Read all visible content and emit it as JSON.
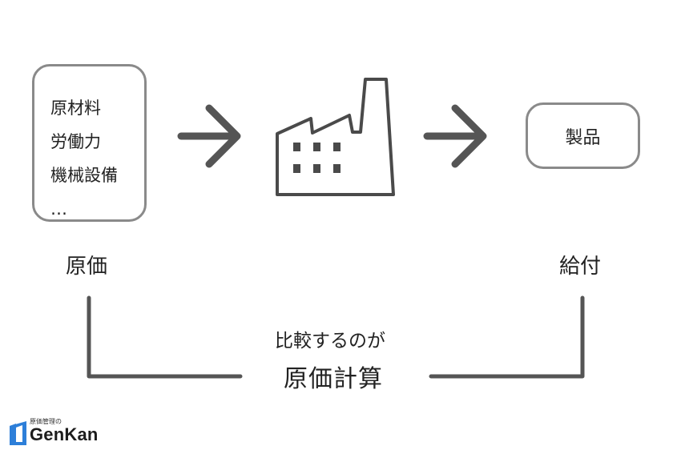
{
  "inputs": {
    "items": [
      "原材料",
      "労働力",
      "機械設備",
      "…"
    ]
  },
  "process": {
    "icon": "factory-icon"
  },
  "output": {
    "label": "製品"
  },
  "labels": {
    "cost": "原価",
    "payment": "給付"
  },
  "comparison": {
    "line1": "比較するのが",
    "line2": "原価計算"
  },
  "logo": {
    "subtitle": "原価管理の",
    "name": "GenKan",
    "brand_color": "#2d7fd9"
  },
  "colors": {
    "arrow": "#555555",
    "box_border": "#8a8a8a",
    "factory": "#4a4a4a"
  }
}
